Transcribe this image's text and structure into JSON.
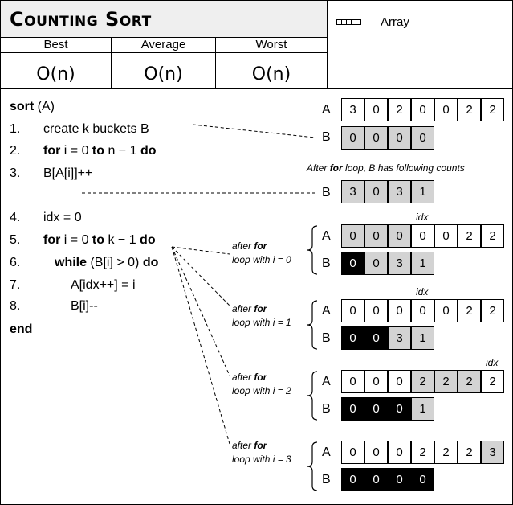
{
  "header": {
    "title": "Counting Sort",
    "legend_label": "Array",
    "columns": [
      "Best",
      "Average",
      "Worst"
    ],
    "complexities": [
      "O(n)",
      "O(n)",
      "O(n)"
    ]
  },
  "code": {
    "signature_kw": "sort",
    "signature_arg": " (A)",
    "lines": [
      {
        "num": "1.",
        "parts": [
          {
            "t": "create k buckets B",
            "b": false
          }
        ]
      },
      {
        "num": "2.",
        "parts": [
          {
            "t": "for",
            "b": true
          },
          {
            "t": " i = 0 ",
            "b": false
          },
          {
            "t": "to",
            "b": true
          },
          {
            "t": " n − 1 ",
            "b": false
          },
          {
            "t": "do",
            "b": true
          }
        ]
      },
      {
        "num": "3.",
        "parts": [
          {
            "t": "B[A[i]]++",
            "b": false
          }
        ]
      },
      {
        "num": "4.",
        "parts": [
          {
            "t": "idx = 0",
            "b": false
          }
        ]
      },
      {
        "num": "5.",
        "parts": [
          {
            "t": "for",
            "b": true
          },
          {
            "t": " i = 0 ",
            "b": false
          },
          {
            "t": "to",
            "b": true
          },
          {
            "t": " k − 1 ",
            "b": false
          },
          {
            "t": "do",
            "b": true
          }
        ]
      },
      {
        "num": "6.",
        "parts": [
          {
            "t": "while",
            "b": true
          },
          {
            "t": " (B[i] > 0) ",
            "b": false
          },
          {
            "t": "do",
            "b": true
          }
        ]
      },
      {
        "num": "7.",
        "parts": [
          {
            "t": "A[idx++] = i",
            "b": false
          }
        ]
      },
      {
        "num": "8.",
        "parts": [
          {
            "t": "B[i]--",
            "b": false
          }
        ]
      }
    ],
    "end_kw": "end"
  },
  "diagram": {
    "label_a": "A",
    "label_b": "B",
    "idx_label": "idx",
    "initial_a": [
      "3",
      "0",
      "2",
      "0",
      "0",
      "2",
      "2"
    ],
    "initial_b": [
      "0",
      "0",
      "0",
      "0"
    ],
    "counts_note_pre": "After ",
    "counts_note_kw": "for",
    "counts_note_post": " loop, B has following counts",
    "counts_b": [
      "3",
      "0",
      "3",
      "1"
    ],
    "after_word": "after ",
    "for_word": "for",
    "steps": [
      {
        "caption2": "loop with i = 0",
        "a": [
          "0",
          "0",
          "0",
          "0",
          "0",
          "2",
          "2"
        ],
        "a_grey": [
          0,
          1,
          2
        ],
        "idx_at": 3,
        "b": [
          "0",
          "0",
          "3",
          "1"
        ],
        "b_black": [
          0
        ],
        "b_grey": [
          1,
          2,
          3
        ]
      },
      {
        "caption2": "loop with i = 1",
        "a": [
          "0",
          "0",
          "0",
          "0",
          "0",
          "2",
          "2"
        ],
        "a_grey": [],
        "idx_at": 3,
        "b": [
          "0",
          "0",
          "3",
          "1"
        ],
        "b_black": [
          0,
          1
        ],
        "b_grey": [
          2,
          3
        ]
      },
      {
        "caption2": "loop with i = 2",
        "a": [
          "0",
          "0",
          "0",
          "2",
          "2",
          "2",
          "2"
        ],
        "a_grey": [
          3,
          4,
          5
        ],
        "idx_at": 6,
        "b": [
          "0",
          "0",
          "0",
          "1"
        ],
        "b_black": [
          0,
          1,
          2
        ],
        "b_grey": [
          3
        ]
      },
      {
        "caption2": "loop with i = 3",
        "a": [
          "0",
          "0",
          "0",
          "2",
          "2",
          "2",
          "3"
        ],
        "a_grey": [
          6
        ],
        "idx_at": null,
        "b": [
          "0",
          "0",
          "0",
          "0"
        ],
        "b_black": [
          0,
          1,
          2,
          3
        ],
        "b_grey": []
      }
    ],
    "colors": {
      "grey": "#d3d3d3",
      "black": "#000000",
      "white": "#ffffff"
    }
  }
}
